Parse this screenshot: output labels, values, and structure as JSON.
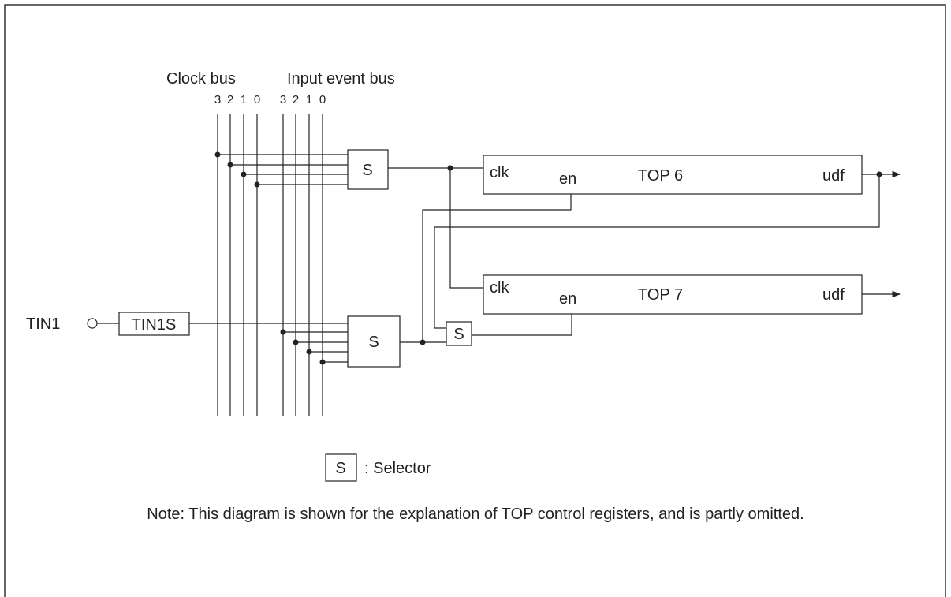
{
  "labels": {
    "clock_bus": "Clock bus",
    "input_event_bus": "Input event bus",
    "bus_bits": [
      "3",
      "2",
      "1",
      "0"
    ],
    "selector_symbol": "S",
    "legend_text": ": Selector",
    "tin1": "TIN1",
    "tin1s": "TIN1S",
    "note": "Note: This diagram is shown for the explanation of TOP control registers, and is partly omitted."
  },
  "timers": [
    {
      "name": "TOP 6",
      "clk": "clk",
      "en": "en",
      "udf": "udf"
    },
    {
      "name": "TOP 7",
      "clk": "clk",
      "en": "en",
      "udf": "udf"
    }
  ]
}
